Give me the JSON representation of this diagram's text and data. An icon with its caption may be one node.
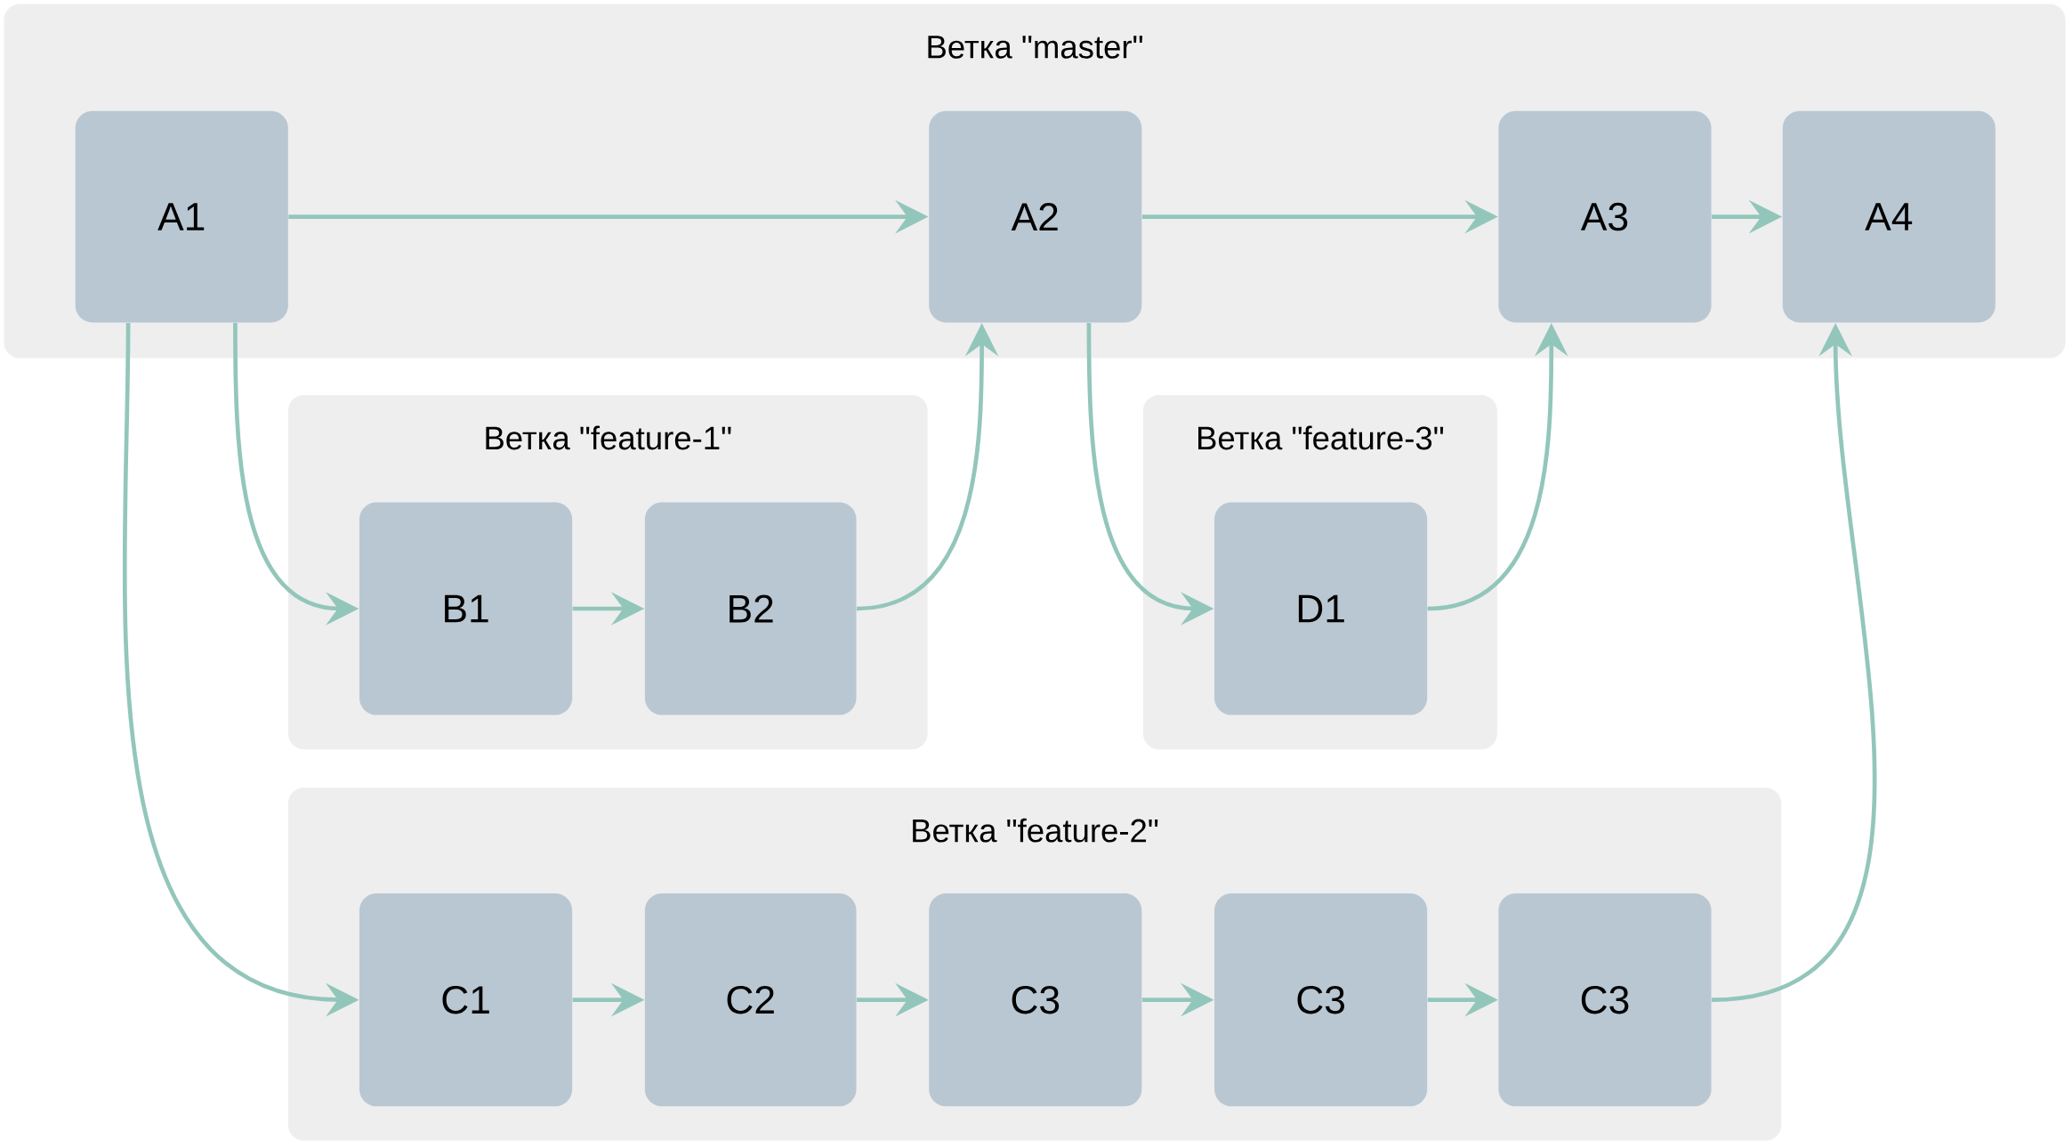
{
  "diagram": {
    "nodes": [
      {
        "text": [
          "Ветка \"master\""
        ]
      },
      {
        "text": [
          "A1"
        ],
        "in": 0
      },
      {
        "text": [
          "A2"
        ],
        "in": 0
      },
      {
        "text": [
          "A3"
        ],
        "in": 0
      },
      {
        "text": [
          "A4"
        ],
        "in": 0
      },
      {
        "text": [
          "Ветка \"feature-1\""
        ]
      },
      {
        "text": [
          "B1"
        ],
        "in": 5
      },
      {
        "text": [
          "B2"
        ],
        "in": 5
      },
      {
        "text": [
          "Ветка \"feature-3\""
        ]
      },
      {
        "text": [
          "D1"
        ],
        "in": 8
      },
      {
        "text": [
          "Ветка \"feature-2\""
        ]
      },
      {
        "text": [
          "C1"
        ],
        "in": 10
      },
      {
        "text": [
          "C2"
        ],
        "in": 10
      },
      {
        "text": [
          "C3"
        ],
        "in": 10
      },
      {
        "text": [
          "C3"
        ],
        "in": 10
      },
      {
        "text": [
          "C3"
        ],
        "in": 10
      }
    ],
    "edges": [
      {
        "from": 1,
        "to": 2,
        "arrow": "to"
      },
      {
        "from": 2,
        "to": 3,
        "arrow": "to"
      },
      {
        "from": 3,
        "to": 4,
        "arrow": "to"
      },
      {
        "from": 1,
        "to": 6,
        "arrow": "to"
      },
      {
        "from": 6,
        "to": 7,
        "arrow": "to"
      },
      {
        "from": 7,
        "to": 2,
        "arrow": "to"
      },
      {
        "from": 2,
        "to": 9,
        "arrow": "to"
      },
      {
        "from": 9,
        "to": 3,
        "arrow": "to"
      },
      {
        "from": 1,
        "to": 11,
        "arrow": "to"
      },
      {
        "from": 11,
        "to": 12,
        "arrow": "to"
      },
      {
        "from": 12,
        "to": 13,
        "arrow": "to"
      },
      {
        "from": 13,
        "to": 14,
        "arrow": "to"
      },
      {
        "from": 14,
        "to": 15,
        "arrow": "to"
      },
      {
        "from": 15,
        "to": 4,
        "arrow": "to"
      }
    ]
  }
}
